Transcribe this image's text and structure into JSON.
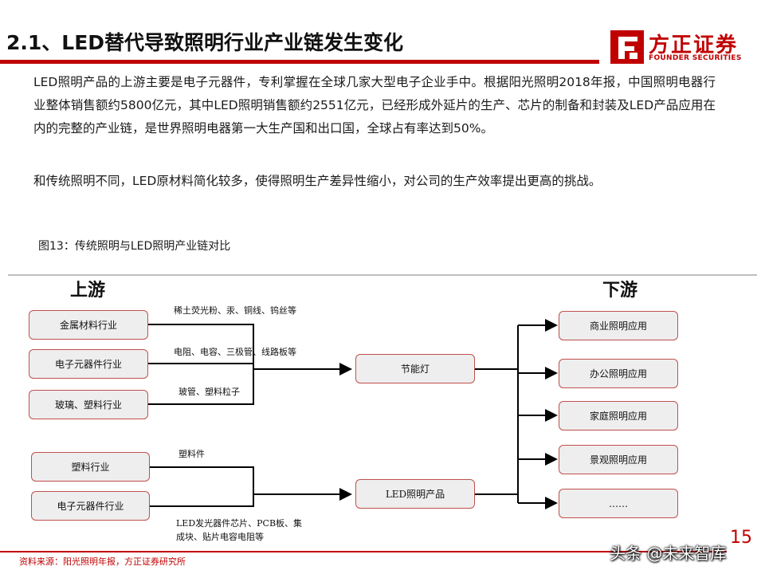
{
  "header": {
    "title": "2.1、LED替代导致照明行业产业链发生变化"
  },
  "logo": {
    "cn": "方正证券",
    "en": "FOUNDER SECURITIES"
  },
  "body": {
    "paragraph1": "LED照明产品的上游主要是电子元器件，专利掌握在全球几家大型电子企业手中。根据阳光照明2018年报，中国照明电器行业整体销售额约5800亿元，其中LED照明销售额约2551亿元，已经形成外延片的生产、芯片的制备和封装及LED产品应用在内的完整的产业链，是世界照明电器第一大生产国和出口国，全球占有率达到50%。",
    "paragraph2": "和传统照明不同，LED原材料简化较多，使得照明生产差异性缩小，对公司的生产效率提出更高的挑战。"
  },
  "figure": {
    "caption": "图13：传统照明与LED照明产业链对比",
    "upstream_label": "上游",
    "downstream_label": "下游",
    "upstream_boxes_traditional": [
      "金属材料行业",
      "电子元器件行业",
      "玻璃、塑料行业"
    ],
    "upstream_boxes_led": [
      "塑料行业",
      "电子元器件行业"
    ],
    "middle_boxes": [
      "节能灯",
      "LED照明产品"
    ],
    "downstream_boxes": [
      "商业照明应用",
      "办公照明应用",
      "家庭照明应用",
      "景观照明应用",
      "……"
    ],
    "edge_labels": {
      "metal": "稀土荧光粉、汞、铜线、钨丝等",
      "electronics": "电阻、电容、三极管、线路板等",
      "glass": "玻管、塑料粒子",
      "plastic": "塑料件",
      "led_electronics_line1": "LED发光器件芯片、PCB板、集",
      "led_electronics_line2": "成块、贴片电容电阻等"
    },
    "line_color": "#000000",
    "box_border_color": "#c0504d"
  },
  "footer": {
    "source": "资料来源：阳光照明年报，方正证券研究所",
    "page_number": "15",
    "watermark": "头条 @未来智库"
  },
  "colors": {
    "accent": "#c00000"
  }
}
